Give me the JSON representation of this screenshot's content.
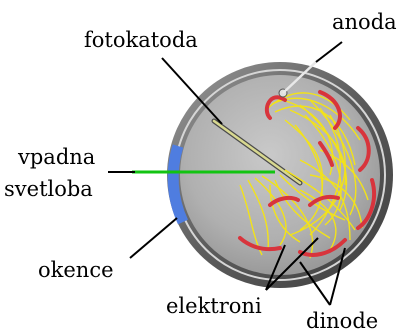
{
  "labels": {
    "photocathode": "fotokatoda",
    "anode": "anoda",
    "incident_light_line1": "vpadna",
    "incident_light_line2": "svetloba",
    "window": "okence",
    "electrons": "elektroni",
    "dynodes": "dinode"
  },
  "colors": {
    "tube_rim": "#6e6e6e",
    "tube_interior": "#b4b4b4",
    "window": "#4f7de0",
    "light_beam": "#12c412",
    "electron_paths": "#f2e21a",
    "dynodes": "#d8343c",
    "photocathode": "#d8d890",
    "leader_lines": "#000000"
  }
}
